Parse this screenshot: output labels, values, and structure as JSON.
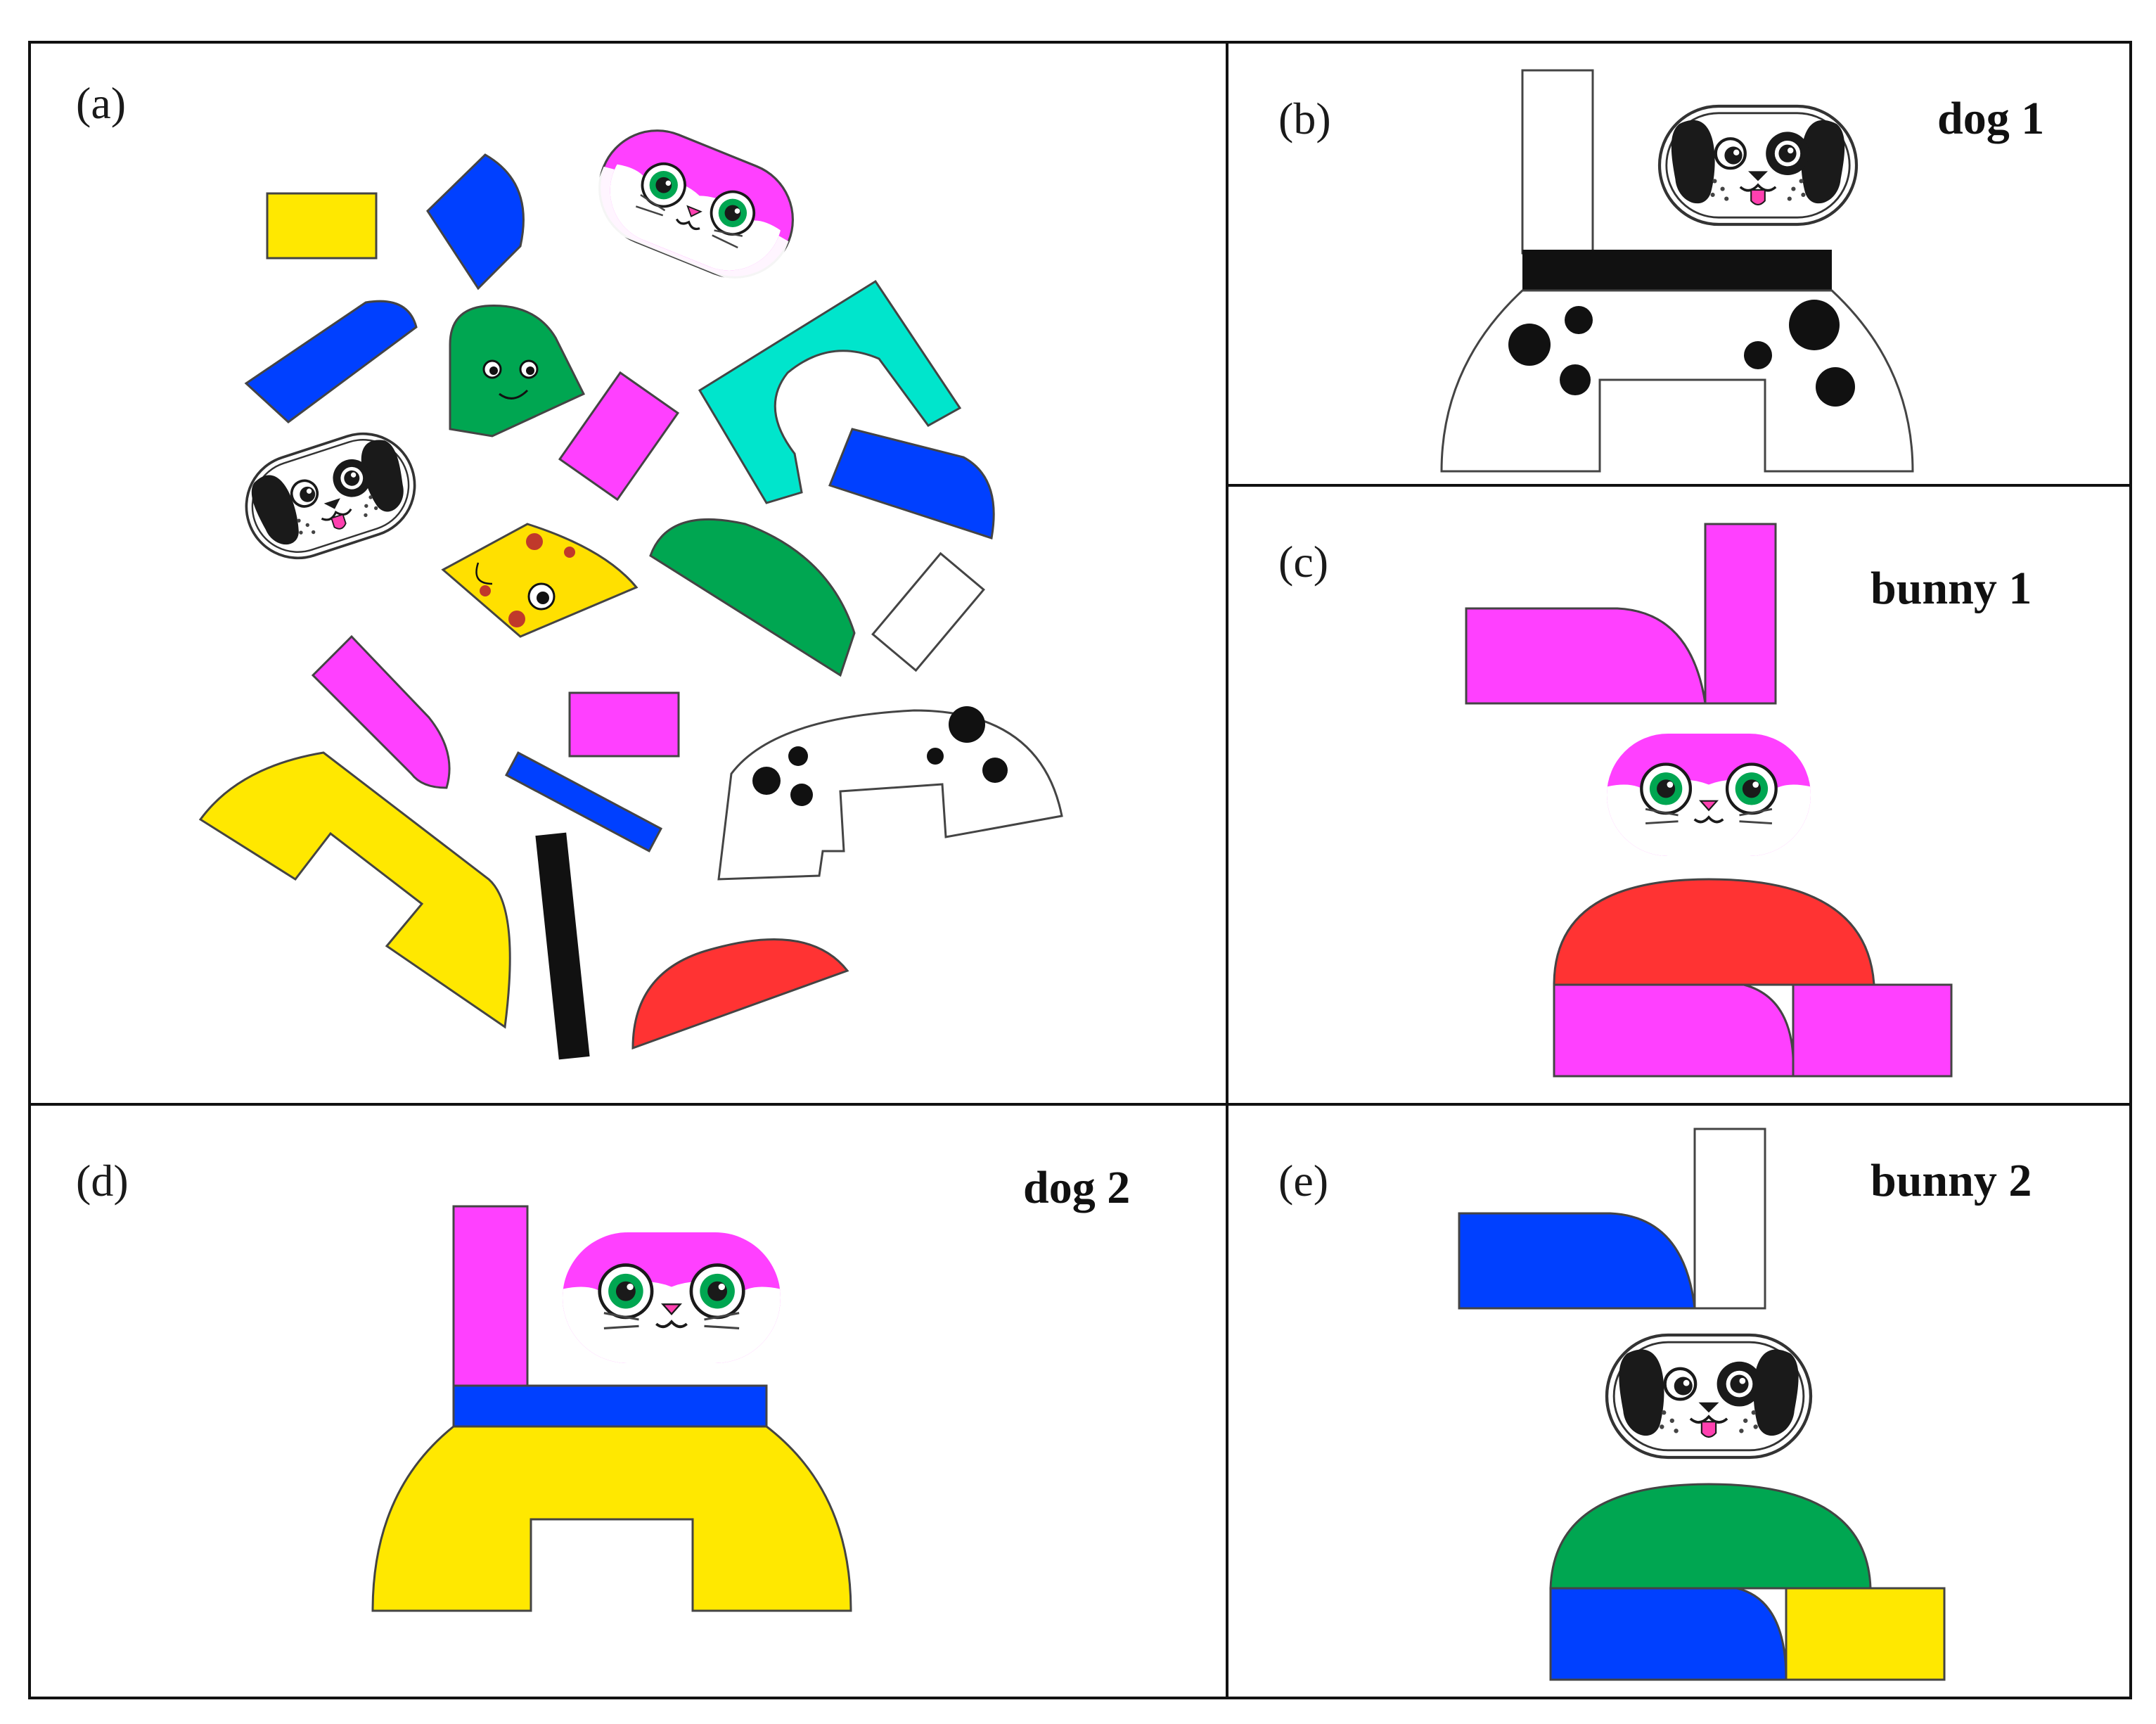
{
  "colors": {
    "pink": "#FF40FF",
    "blue": "#0040FF",
    "yellow": "#FFE800",
    "green": "#00A651",
    "red": "#FF3333",
    "cyan": "#00E5CC",
    "white": "#FFFFFF",
    "black": "#111111",
    "eye_green": "#00A651",
    "border": "#111111"
  },
  "panels": [
    {
      "id": "a",
      "label": "(a)",
      "name": ""
    },
    {
      "id": "b",
      "label": "(b)",
      "name": "dog 1"
    },
    {
      "id": "c",
      "label": "(c)",
      "name": "bunny 1"
    },
    {
      "id": "d",
      "label": "(d)",
      "name": "dog 2"
    },
    {
      "id": "e",
      "label": "(e)",
      "name": "bunny 2"
    }
  ],
  "icons": {
    "dog_face": "dog-face-icon",
    "bunny_face": "bunny-face-icon",
    "frog_face": "frog-face-icon",
    "cheese_face": "cheese-face-icon"
  }
}
